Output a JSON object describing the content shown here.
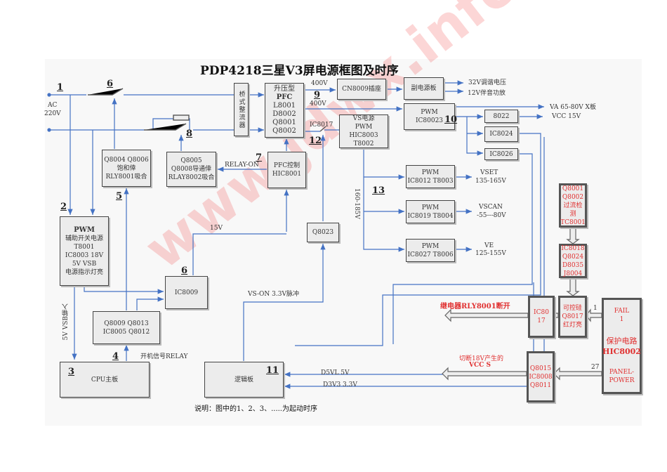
{
  "title": "PDP4218三星V3屏电源框图及时序",
  "watermark": "www.jdwx.info",
  "colors": {
    "line": "#4472c4",
    "protect_text": "#e03030"
  },
  "inputs": {
    "ac": "AC",
    "voltage": "220V"
  },
  "steps": {
    "s1": "1",
    "s2": "2",
    "s3": "3",
    "s4": "4",
    "s5": "5",
    "s6a": "6",
    "s6b": "6",
    "s7": "7",
    "s8": "8",
    "s9": "9",
    "s10": "10",
    "s11": "11",
    "s12": "12",
    "s13": "13"
  },
  "blocks": {
    "bridge": "桥式整流器",
    "pfc": [
      "升压型",
      "PFC",
      "L8001",
      "D8002",
      "Q8001",
      "Q8002"
    ],
    "cn8009": "CN8009插座",
    "sub_board": "副电源板",
    "pwm_ic80023": [
      "PWM",
      "IC80023"
    ],
    "ic8022": "8022",
    "ic8024": "IC8024",
    "ic8026": "IC8026",
    "vs_power": [
      "VS电源",
      "PWM",
      "HIC8003",
      "T8002"
    ],
    "vset": [
      "PWM",
      "IC8012 T8003"
    ],
    "vscan": [
      "PWM",
      "IC8019 T8004"
    ],
    "ve": [
      "PWM",
      "IC8027  T8006"
    ],
    "q8004": [
      "Q8004  Q8006",
      "饱和倖",
      "RLY8001吸合"
    ],
    "q8005": [
      "Q8005",
      "Q8008导通倖",
      "RLAY8002吸合"
    ],
    "pfc_ctrl": [
      "PFC控制",
      "HIC8001"
    ],
    "aux_pwm": [
      "PWM",
      "辅助开关电源",
      "T8001",
      "IC8003 18V",
      "5V  VSB",
      "电源指示灯亮"
    ],
    "ic8009": "IC8009",
    "q8023": "Q8023",
    "q8009": [
      "Q8009  Q8013",
      "IC8005  Q8012"
    ],
    "cpu": "CPU主板",
    "logic": "逻辑板",
    "oc_detect": [
      "Q8001",
      "Q8002",
      "过流检",
      "测",
      "TC8001"
    ],
    "ic8018": [
      "IC8018",
      "Q8024",
      "D8035",
      "J8004"
    ],
    "scr": [
      "可控硅",
      "Q8017",
      "红灯亮"
    ],
    "ic8017b": [
      "IC80",
      "17"
    ],
    "hic8002": {
      "fail": "FAIL",
      "fail_pin": "1",
      "name": "保护电路",
      "id": "HIC8002",
      "panel": "PANEL-",
      "power": "POWER"
    },
    "q8015": [
      "Q8015",
      "IC8008",
      "Q8011"
    ]
  },
  "labels": {
    "v400a": "400V",
    "v400b": "400V",
    "ic8017": "IC8017",
    "out32": "32V调谐电压",
    "out12": "12V伴音功放",
    "va": "VA  65-80V X板",
    "vcc": "VCC    15V",
    "vset": "VSET",
    "vset_r": "135-165V",
    "vscan": "VSCAN",
    "vscan_r": "-55---80V",
    "ve": "VE",
    "ve_r": "125-155V",
    "vs_range": "160-185V",
    "relay_on": "RELAY-ON",
    "v15": "15V",
    "vs_on": "VS-ON   3.3V脉冲",
    "vsb_in": "5V VSB输入",
    "power_on": "开机信号RELAY",
    "d5vl": "D5VL  5V",
    "d3v3": "D3V3  3.3V",
    "pin1": "1",
    "pin27": "27",
    "relay_off": "继电器RLY8001断开",
    "cut18a": "切断18V产生的",
    "cut18b": "VCC   S",
    "note": "说明：图中的1、2、3、.....为起动时序"
  }
}
